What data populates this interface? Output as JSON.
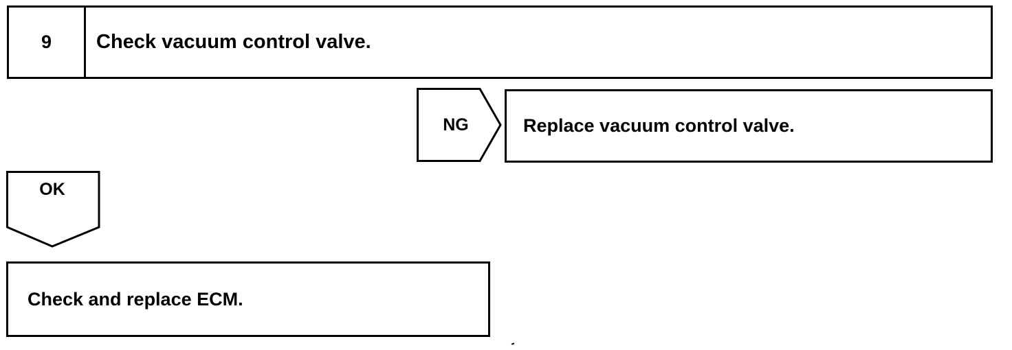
{
  "step": {
    "number": "9",
    "title": "Check vacuum control valve."
  },
  "ng_branch": {
    "label": "NG",
    "action": "Replace vacuum control valve."
  },
  "ok_branch": {
    "label": "OK",
    "action": "Check and replace ECM."
  }
}
